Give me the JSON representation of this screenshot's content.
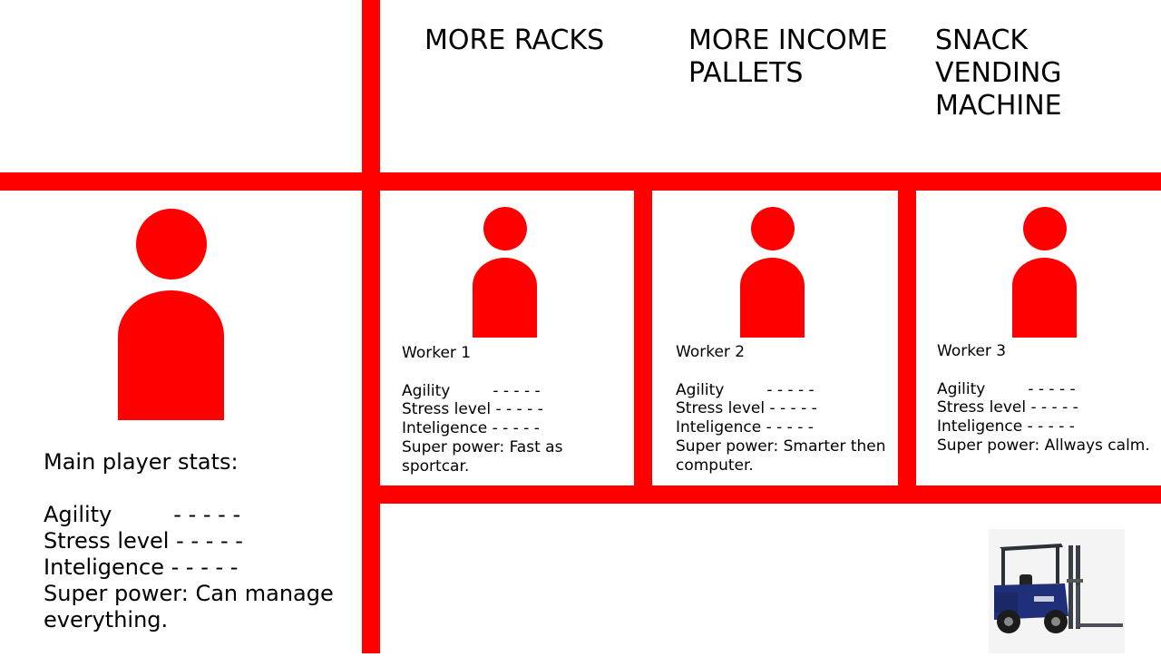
{
  "upgrades": [
    {
      "label": "MORE RACKS"
    },
    {
      "label": "MORE INCOME\nPALLETS"
    },
    {
      "label": "SNACK VENDING\nMACHINE"
    }
  ],
  "stat_labels": {
    "agility": "Agility",
    "stress": "Stress level",
    "intelligence": "Inteligence",
    "super_power_prefix": "Super power:",
    "bar_placeholder": "- - - - -"
  },
  "workers": [
    {
      "name": "Worker 1",
      "super_power": "Fast as sportcar."
    },
    {
      "name": "Worker 2",
      "super_power": "Smarter then computer."
    },
    {
      "name": "Worker 3",
      "super_power": "Allways calm."
    }
  ],
  "main_player": {
    "title": "Main player stats:",
    "super_power": "Can manage everything."
  },
  "colors": {
    "accent": "#ff0000"
  },
  "icons": {
    "person": "person-icon",
    "forklift": "forklift-image"
  }
}
